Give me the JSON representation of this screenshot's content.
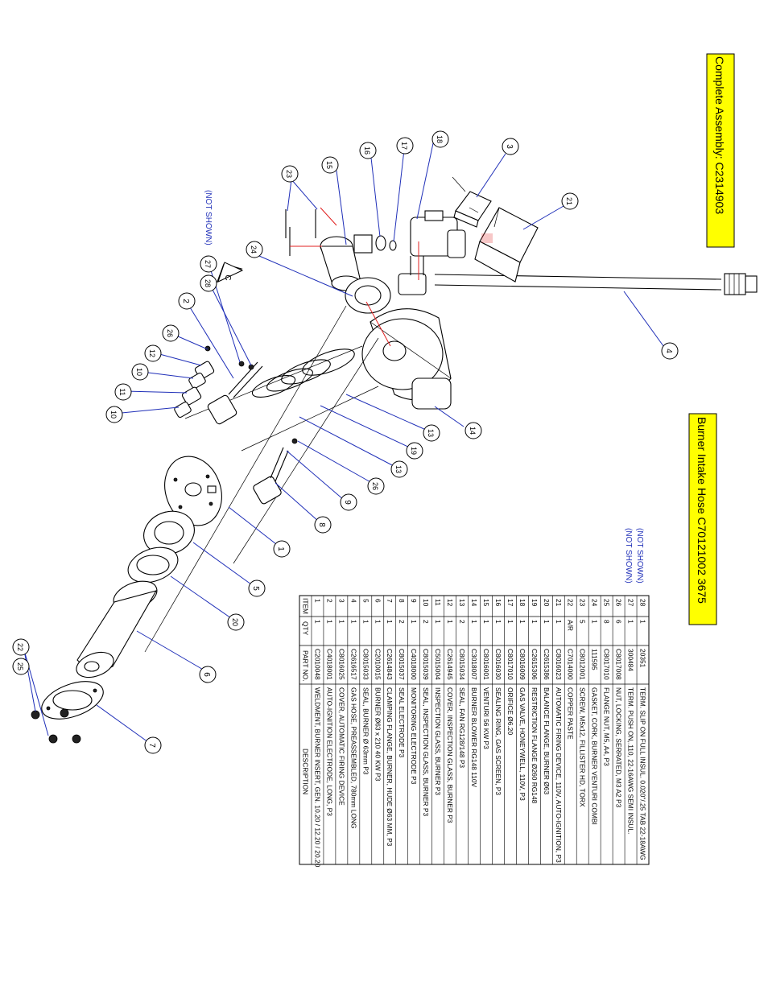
{
  "assembly_label": "Complete Assembly:  C2314903",
  "hose_label": "Burner Intake Hose  C70121002 3675",
  "not_shown_left": "(NOT SHOWN)",
  "not_shown_table": [
    "(NOT SHOWN)",
    "(NOT SHOWN)"
  ],
  "revision_mark": "C",
  "colors": {
    "label_box": "#ffff00",
    "leader": "#1f2fb8",
    "red_line": "#e02020",
    "not_shown_text": "#1f2fb8"
  },
  "bom": {
    "headers": [
      "ITEM",
      "QTY",
      "PART NO.",
      "DESCRIPTION"
    ],
    "rows": [
      [
        "28",
        "1",
        "20351",
        "TERM. SLIP ON FULL INSUL. 0.020\"/.25 TAB 22-18AWG"
      ],
      [
        "27",
        "1",
        "300484",
        "TERM. PUSH ON,.110, 22-16AWG SEMI INSUL."
      ],
      [
        "26",
        "6",
        "C8017008",
        "NUT, LOCKING, SERRATED, M3 A2 P3"
      ],
      [
        "25",
        "8",
        "C8017010",
        "FLANGE NUT, M5, A4, P3"
      ],
      [
        "24",
        "1",
        "111595",
        "GASKET, CORK, BURNER VENTURI COMBI"
      ],
      [
        "23",
        "5",
        "C8012001",
        "SCREW, M5x12, FILLISTER HD, TORX"
      ],
      [
        "22",
        "A/R",
        "C7014000",
        "COPPER PASTE"
      ],
      [
        "21",
        "1",
        "C8016023",
        "AUTOMATIC FIRING DEVICE, 110V, AUTO-IGNITION, P3"
      ],
      [
        "20",
        "1",
        "C2615386",
        "BALANCE FLANGE, BURNER Ø63"
      ],
      [
        "19",
        "1",
        "C2615306",
        "RESTRICTION FLANGE Ø260 RG148"
      ],
      [
        "18",
        "1",
        "C8016009",
        "GAS VALVE, HONEYWELL, 110V, P3"
      ],
      [
        "17",
        "1",
        "C8017010",
        "ORIFICE Ø6.20"
      ],
      [
        "16",
        "1",
        "C8016030",
        "SEALING RING, GAS SCREEN, P3"
      ],
      [
        "15",
        "1",
        "C8016001",
        "VENTURI 56 KW P3"
      ],
      [
        "14",
        "1",
        "C3018007",
        "BURNER BLOWER RG148 110V"
      ],
      [
        "13",
        "2",
        "C8015034",
        "SEAL, FAN RG128/148 P3"
      ],
      [
        "12",
        "1",
        "C2614945",
        "COVER, INSPECTION GLASS, BURNER P3"
      ],
      [
        "11",
        "1",
        "C5015004",
        "INSPECTION GLASS, BURNER P3"
      ],
      [
        "10",
        "2",
        "C8015039",
        "SEAL, INSPECTION GLASS, BURNER P3"
      ],
      [
        "9",
        "1",
        "C4018000",
        "MONITORING ELECTRODE P3"
      ],
      [
        "8",
        "2",
        "C8015037",
        "SEAL ELECTRODE P3"
      ],
      [
        "7",
        "1",
        "C2614843",
        "CLAMPING FLANGE, BURNER, HUDE Ø63 MM, P3"
      ],
      [
        "6",
        "1",
        "C2010015",
        "BURNER Ø63 x 210 40 KW P3"
      ],
      [
        "5",
        "1",
        "C8015033",
        "SEAL, BURNER Ø 63mm P3"
      ],
      [
        "4",
        "1",
        "C2616517",
        "GAS HOSE, PREASSEMBLED, 780mm LONG"
      ],
      [
        "3",
        "1",
        "C8016025",
        "COVER, AUTOMATIC FIRING DEVICE"
      ],
      [
        "2",
        "1",
        "C4018001",
        "AUTO-IGNITION ELECTRODE, LONG, P3"
      ],
      [
        "1",
        "1",
        "C2010048",
        "WELDMENT, BURNER INSERT, GEN. 10.20 / 12.20 / 20.20"
      ]
    ]
  },
  "balloons": [
    "1",
    "2",
    "3",
    "4",
    "5",
    "6",
    "7",
    "8",
    "9",
    "10",
    "10",
    "11",
    "12",
    "13",
    "13",
    "14",
    "15",
    "16",
    "17",
    "18",
    "19",
    "20",
    "21",
    "22",
    "23",
    "24",
    "25",
    "26",
    "26",
    "27",
    "28"
  ]
}
